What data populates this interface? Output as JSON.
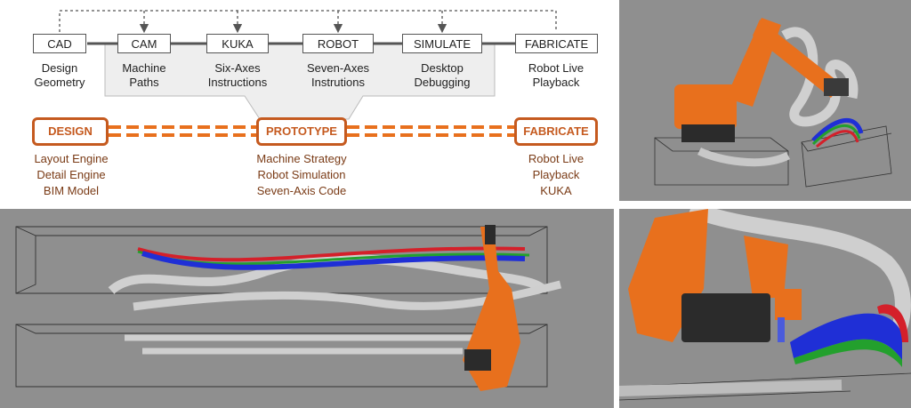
{
  "workflow": {
    "steps": [
      {
        "label": "CAD",
        "desc": "Design\nGeometry"
      },
      {
        "label": "CAM",
        "desc": "Machine\nPaths"
      },
      {
        "label": "KUKA",
        "desc": "Six-Axes\nInstructions"
      },
      {
        "label": "ROBOT",
        "desc": "Seven-Axes\nInstrutions"
      },
      {
        "label": "SIMULATE",
        "desc": "Desktop\nDebugging"
      },
      {
        "label": "FABRICATE",
        "desc": "Robot Live\nPlayback"
      }
    ]
  },
  "stages": [
    {
      "label": "DESIGN",
      "desc": "Layout Engine\nDetail Engine\nBIM Model"
    },
    {
      "label": "PROTOTYPE",
      "desc": "Machine Strategy\nRobot Simulation\nSeven-Axis Code"
    },
    {
      "label": "FABRICATE",
      "desc": "Robot Live\nPlayback\nKUKA"
    }
  ],
  "colors": {
    "accent": "#c55a1f",
    "accent_text": "#7a3b16",
    "robot_orange": "#e8701d",
    "viewport_bg": "#8f8f8f"
  }
}
